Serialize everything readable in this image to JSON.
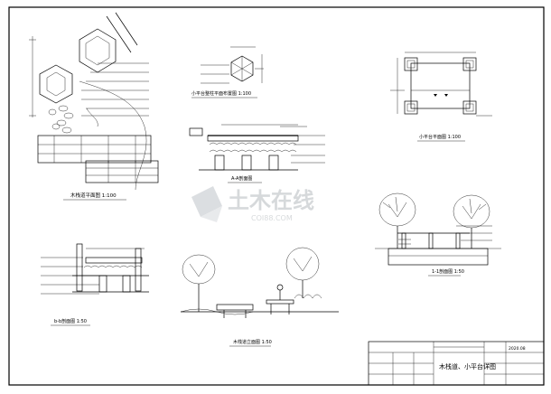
{
  "views": {
    "boardwalk_plan": {
      "title": "木栈道平面图 1:100"
    },
    "platform_plan": {
      "title": "小平台平面图 1:100"
    },
    "hex_plan": {
      "title": "小平台整柱平面布置图 1:100"
    },
    "section_aa": {
      "title": "A-A剖面图"
    },
    "section_bb": {
      "title": "b-b剖面图 1:50"
    },
    "section_11": {
      "title": "1-1剖面图 1:50"
    },
    "elevation": {
      "title": "木栈道立面图 1:50"
    }
  },
  "title_block": {
    "drawing_title": "木栈道、小平台详图",
    "sheet_no": "2020.08"
  },
  "watermark": {
    "brand": "土木在线",
    "url": "COI88.COM"
  }
}
